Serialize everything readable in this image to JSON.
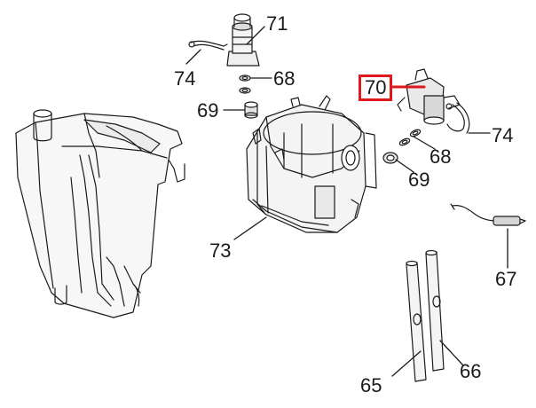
{
  "diagram": {
    "highlight_color": "#e0191c",
    "line_color": "#1a1a1a",
    "callouts": [
      {
        "id": "71",
        "label": "71"
      },
      {
        "id": "74a",
        "label": "74"
      },
      {
        "id": "68a",
        "label": "68"
      },
      {
        "id": "69a",
        "label": "69"
      },
      {
        "id": "70",
        "label": "70",
        "highlighted": true
      },
      {
        "id": "74b",
        "label": "74"
      },
      {
        "id": "68b",
        "label": "68"
      },
      {
        "id": "69b",
        "label": "69"
      },
      {
        "id": "73",
        "label": "73"
      },
      {
        "id": "67",
        "label": "67"
      },
      {
        "id": "65",
        "label": "65"
      },
      {
        "id": "66",
        "label": "66"
      }
    ]
  }
}
